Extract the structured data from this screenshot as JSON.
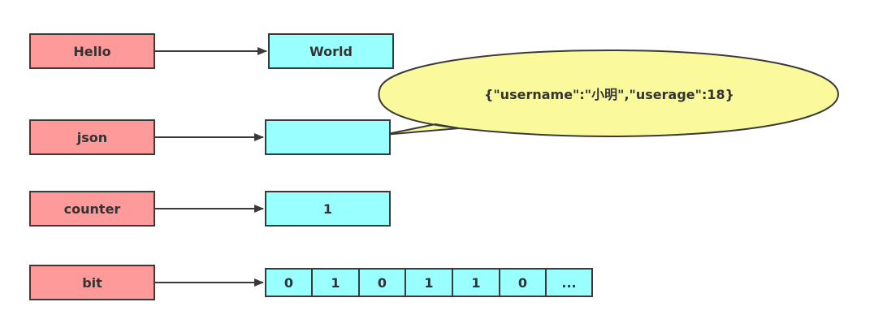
{
  "colors": {
    "key_fill": "#ff9a9a",
    "value_fill": "#99ffff",
    "bubble_fill": "#fafa9c",
    "stroke": "#3a3a3a"
  },
  "rows": [
    {
      "key": "Hello",
      "value": "World"
    },
    {
      "key": "json",
      "value": ""
    },
    {
      "key": "counter",
      "value": "1"
    },
    {
      "key": "bit",
      "bits": [
        "0",
        "1",
        "0",
        "1",
        "1",
        "0",
        "..."
      ]
    }
  ],
  "callout": {
    "text": "{\"username\":\"小明\",\"userage\":18}"
  }
}
